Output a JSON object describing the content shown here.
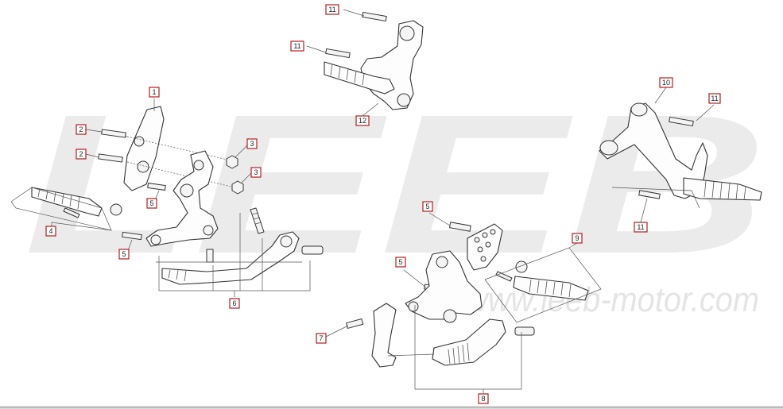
{
  "watermark": {
    "logo": "LEEB",
    "url": "www.leeb-motor.com"
  },
  "callouts": [
    {
      "id": "c11a",
      "label": "11"
    },
    {
      "id": "c11b",
      "label": "11"
    },
    {
      "id": "c12",
      "label": "12"
    },
    {
      "id": "c1",
      "label": "1"
    },
    {
      "id": "c2a",
      "label": "2"
    },
    {
      "id": "c2b",
      "label": "2"
    },
    {
      "id": "c3a",
      "label": "3"
    },
    {
      "id": "c3b",
      "label": "3"
    },
    {
      "id": "c4",
      "label": "4"
    },
    {
      "id": "c5a",
      "label": "5"
    },
    {
      "id": "c5b",
      "label": "5"
    },
    {
      "id": "c6",
      "label": "6"
    },
    {
      "id": "c5c",
      "label": "5"
    },
    {
      "id": "c5d",
      "label": "5"
    },
    {
      "id": "c7",
      "label": "7"
    },
    {
      "id": "c8",
      "label": "8"
    },
    {
      "id": "c9",
      "label": "9"
    },
    {
      "id": "c10",
      "label": "10"
    },
    {
      "id": "c11c",
      "label": "11"
    },
    {
      "id": "c11d",
      "label": "11"
    }
  ],
  "colors": {
    "callout_border": "#b01e23",
    "line_art": "#333333",
    "watermark": "#ebebeb"
  }
}
